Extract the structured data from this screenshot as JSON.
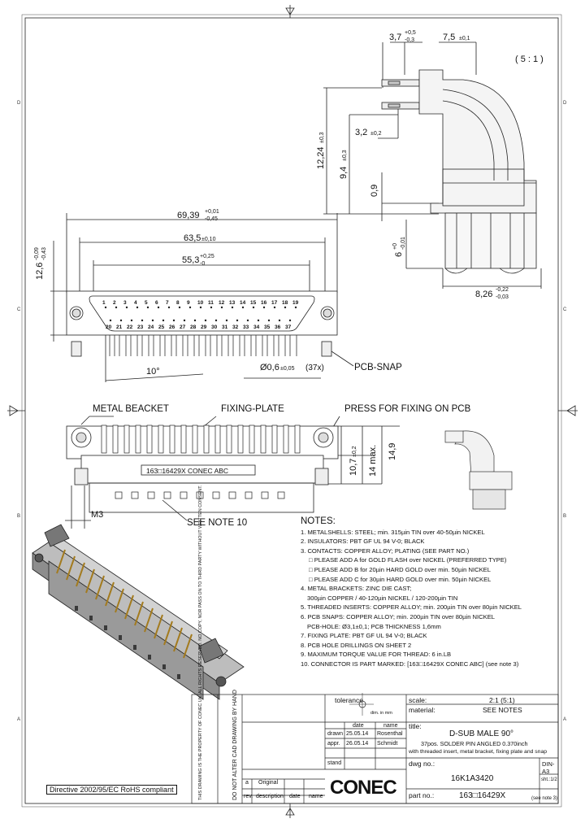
{
  "scale_note": "( 5 : 1 )",
  "dims": {
    "side_top_a": "3,7",
    "side_top_a_tol": [
      "+0,5",
      "-0,3"
    ],
    "side_top_b": "7,5",
    "side_top_b_tol": "±0,1",
    "d_12_24": "12,24",
    "d_12_24_tol": "±0,3",
    "d_9_4": "9,4",
    "d_9_4_tol": "±0,3",
    "d_3_2": "3,2",
    "d_3_2_tol": "±0,2",
    "d_0_9": "0,9",
    "d_6": "6",
    "d_6_tol": [
      "+0",
      "-0,01"
    ],
    "d_8_26": "8,26",
    "d_8_26_tol": [
      "-0,22",
      "-0,03"
    ],
    "d_69_39": "69,39",
    "d_69_39_tol": [
      "+0,01",
      "-0,45"
    ],
    "d_63_5": "63,5",
    "d_63_5_tol": "±0,10",
    "d_55_3": "55,3",
    "d_55_3_tol": [
      "+0,25",
      "-0"
    ],
    "d_12_6": "12,6",
    "d_12_6_tol": [
      "-0,09",
      "-0,43"
    ],
    "d_angle": "10°",
    "d_pin": "Ø0,6",
    "d_pin_tol": "±0,05",
    "d_pin_count": "(37x)",
    "d_10_7": "10,7",
    "d_10_7_tol": "±0,2",
    "d_14": "14 max.",
    "d_14_9": "14,9",
    "d_m3": "M3"
  },
  "pins_top": [
    "1",
    "2",
    "3",
    "4",
    "5",
    "6",
    "7",
    "8",
    "9",
    "10",
    "11",
    "12",
    "13",
    "14",
    "15",
    "16",
    "17",
    "18",
    "19"
  ],
  "pins_bottom": [
    "20",
    "21",
    "22",
    "23",
    "24",
    "25",
    "26",
    "27",
    "28",
    "29",
    "30",
    "31",
    "32",
    "33",
    "34",
    "35",
    "36",
    "37"
  ],
  "labels": {
    "pcb_snap": "PCB-SNAP",
    "metal_bracket": "METAL BEACKET",
    "fixing_plate": "FIXING-PLATE",
    "press_fixing": "PRESS FOR FIXING ON PCB",
    "part_marking": "163□16429X CONEC  ABC",
    "see_note": "SEE NOTE 10"
  },
  "notes": {
    "title": "NOTES:",
    "lines": [
      "1. METALSHELLS: STEEL; min. 315µin TIN over 40-50µin NICKEL",
      "2. INSULATORS: PBT GF UL 94 V-0; BLACK",
      "3. CONTACTS: COPPER ALLOY; PLATING (SEE PART NO.)",
      "   □ PLEASE ADD A for GOLD FLASH over NICKEL (PREFERRED TYPE)",
      "   □ PLEASE ADD B for 20µin HARD GOLD over min. 50µin NICKEL",
      "   □ PLEASE ADD C for 30µin HARD GOLD over min. 50µin NICKEL",
      "4. METAL BRACKETS: ZINC DIE CAST;",
      "   300µin COPPER / 40-120µin NICKEL / 120-200µin TIN",
      "5. THREADED INSERTS: COPPER ALLOY; min. 200µin TIN over 80µin NICKEL",
      "6. PCB SNAPS: COPPER ALLOY; min. 200µin TIN over 80µin NICKEL",
      "   PCB-HOLE: Ø3,1±0,1; PCB THICKNESS 1,6mm",
      "7. FIXING PLATE: PBT GF UL 94 V-0; BLACK",
      "8. PCB HOLE DRILLINGS ON SHEET 2",
      "9. MAXIMUM TORQUE VALUE FOR THREAD: 6 in.LB",
      "10. CONNECTOR IS PART MARKED: [163□16429X  CONEC  ABC]   (see note 3)"
    ]
  },
  "title_block": {
    "legal_text": "THIS DRAWING IS THE PROPERTY OF CONEC UK. ALL RIGHTS RESERVED. NO COPY, NOR PASS ON TO THIRD PARTY WITHOUT WRITTEN CONSENT.",
    "cad_note": "DO NOT ALTER CAD DRAWING BY HAND",
    "tolerance": "tolerance",
    "dim_unit": "dim. in mm",
    "date_label": "date",
    "name_label": "name",
    "drawn_label": "drawn",
    "drawn_date": "25.05.14",
    "drawn_name": "Rosenthal",
    "appr_label": "appr.",
    "appr_date": "26.05.14",
    "appr_name": "Schmidt",
    "stand_label": "stand",
    "rev_a": "a",
    "rev_a_desc": "Original",
    "rev_label": "rev.",
    "desc_label": "description",
    "date_col": "date",
    "name_col": "name",
    "scale_label": "scale:",
    "scale_value": "2:1 (5:1)",
    "material_label": "material:",
    "material_value": "SEE NOTES",
    "title_label": "title:",
    "title_line1": "D-SUB MALE 90°",
    "title_line2": "37pos.  SOLDER PIN ANGLED  0.370inch",
    "title_line3": "with threaded insert, metal bracket, fixing plate and snap",
    "dwg_label": "dwg no.:",
    "dwg_value": "16K1A3420",
    "format_label": "DIN-A3",
    "sheet_label": "sht.:1/2",
    "part_label": "part no.:",
    "part_value": "163□16429X",
    "part_note": "(see note 3)",
    "logo": "CONEC",
    "rohs": "Directive 2002/95/EC RoHS compliant"
  }
}
